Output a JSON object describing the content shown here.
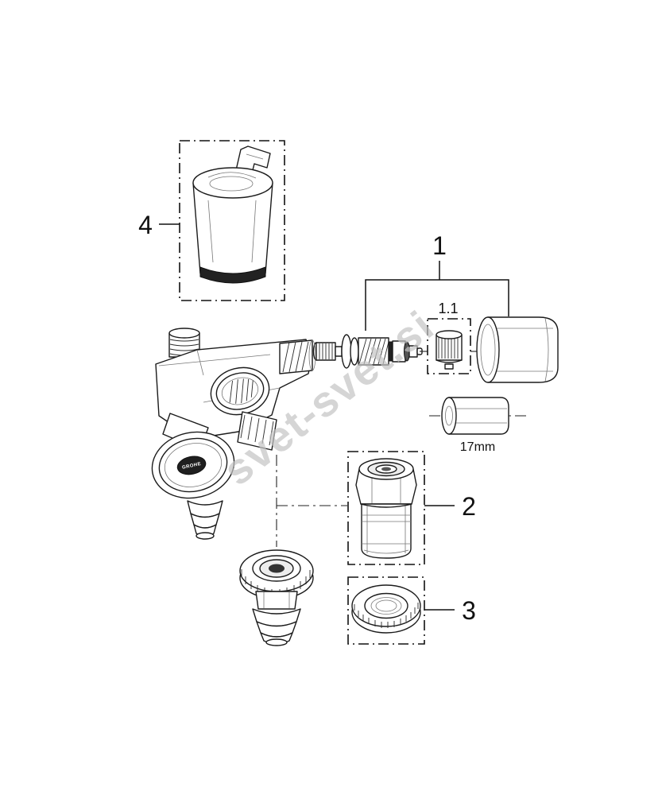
{
  "diagram": {
    "watermark": "svet-svet.si",
    "callouts": {
      "part1": "1",
      "part1_1": "1.1",
      "part2": "2",
      "part3": "3",
      "part4": "4"
    },
    "dimension_label": "17mm",
    "brand_badge": "GROHE",
    "colors": {
      "line": "#1b1b1b",
      "watermark": "#c4c4c4",
      "badge_fill": "#1f1f1f"
    }
  }
}
